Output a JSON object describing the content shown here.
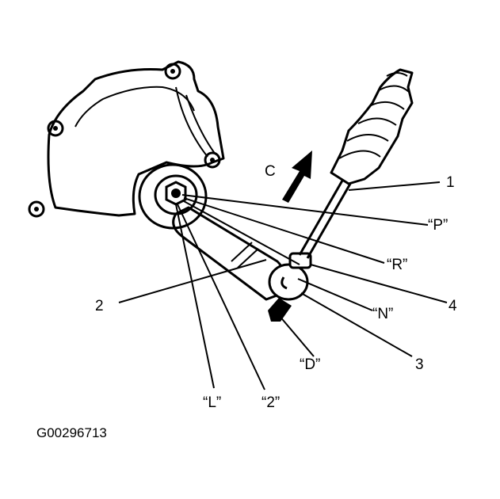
{
  "labels": {
    "n1": "1",
    "n2": "2",
    "n3": "3",
    "n4": "4",
    "p": "“P”",
    "r": "“R”",
    "n": "“N”",
    "d": "“D”",
    "two": "“2”",
    "l": "“L”",
    "c": "C"
  },
  "figure_code": "G00296713",
  "colors": {
    "ink": "#000000",
    "paper": "#ffffff"
  }
}
